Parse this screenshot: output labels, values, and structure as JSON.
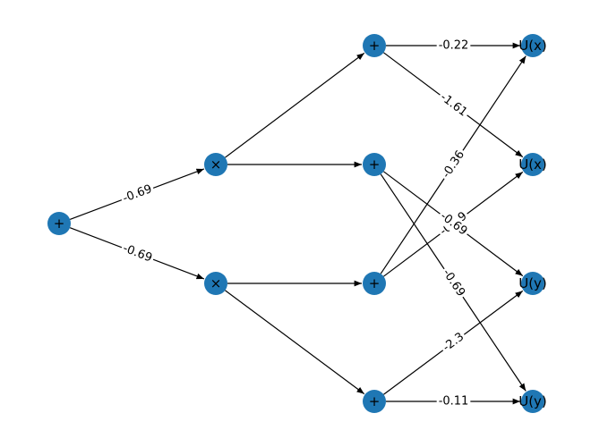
{
  "colors": {
    "node_fill": "#1f77b4",
    "edge": "#000000",
    "background": "#ffffff"
  },
  "nodes": [
    {
      "id": "n0",
      "label": "+"
    },
    {
      "id": "n1",
      "label": "×"
    },
    {
      "id": "n2",
      "label": "×"
    },
    {
      "id": "n3",
      "label": "+"
    },
    {
      "id": "n4",
      "label": "+"
    },
    {
      "id": "n5",
      "label": "+"
    },
    {
      "id": "n6",
      "label": "+"
    },
    {
      "id": "n7",
      "label": "U(x)"
    },
    {
      "id": "n8",
      "label": "U(x)"
    },
    {
      "id": "n9",
      "label": "U(y)"
    },
    {
      "id": "n10",
      "label": "U(y)"
    }
  ],
  "edges": [
    {
      "from": "n0",
      "to": "n1",
      "label": "-0.69"
    },
    {
      "from": "n0",
      "to": "n2",
      "label": "-0.69"
    },
    {
      "from": "n1",
      "to": "n3",
      "label": ""
    },
    {
      "from": "n1",
      "to": "n4",
      "label": ""
    },
    {
      "from": "n2",
      "to": "n5",
      "label": ""
    },
    {
      "from": "n2",
      "to": "n6",
      "label": ""
    },
    {
      "from": "n3",
      "to": "n7",
      "label": "-0.22"
    },
    {
      "from": "n3",
      "to": "n8",
      "label": "-1.61"
    },
    {
      "from": "n5",
      "to": "n7",
      "label": "-0.36"
    },
    {
      "from": "n5",
      "to": "n8",
      "label": "-0.69"
    },
    {
      "from": "n4",
      "to": "n9",
      "label": "-0.69"
    },
    {
      "from": "n4",
      "to": "n10",
      "label": "-0.69"
    },
    {
      "from": "n6",
      "to": "n9",
      "label": "-2.3"
    },
    {
      "from": "n6",
      "to": "n10",
      "label": "-0.11"
    }
  ]
}
